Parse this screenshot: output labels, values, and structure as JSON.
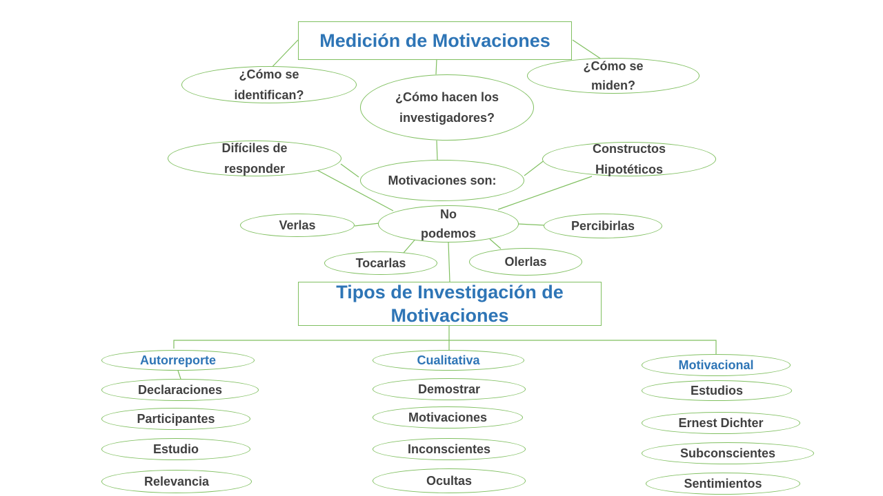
{
  "title": "Medición de Motivaciones",
  "questions": {
    "identify": "¿Cómo se identifican?",
    "researchers": "¿Cómo hacen los investigadores?",
    "measure": "¿Cómo se miden?"
  },
  "concepts": {
    "difficult": "Difíciles de responder",
    "motivations_are": "Motivaciones son:",
    "constructs": "Constructos Hipotéticos",
    "cannot": "No podemos",
    "see": "Verlas",
    "perceive": "Percibirlas",
    "touch": "Tocarlas",
    "smell": "Olerlas"
  },
  "research_types_title": "Tipos de Investigación de Motivaciones",
  "columns": {
    "self_report": {
      "heading": "Autorreporte",
      "items": [
        "Declaraciones",
        "Participantes",
        "Estudio",
        "Relevancia"
      ]
    },
    "qualitative": {
      "heading": "Cualitativa",
      "items": [
        "Demostrar",
        "Motivaciones",
        "Inconscientes",
        "Ocultas"
      ]
    },
    "motivational": {
      "heading": "Motivacional",
      "items": [
        "Estudios",
        "Ernest Dichter",
        "Subconscientes",
        "Sentimientos"
      ]
    }
  },
  "colors": {
    "border": "#7fbf5f",
    "title_text": "#2e75b6",
    "body_text": "#404040"
  }
}
